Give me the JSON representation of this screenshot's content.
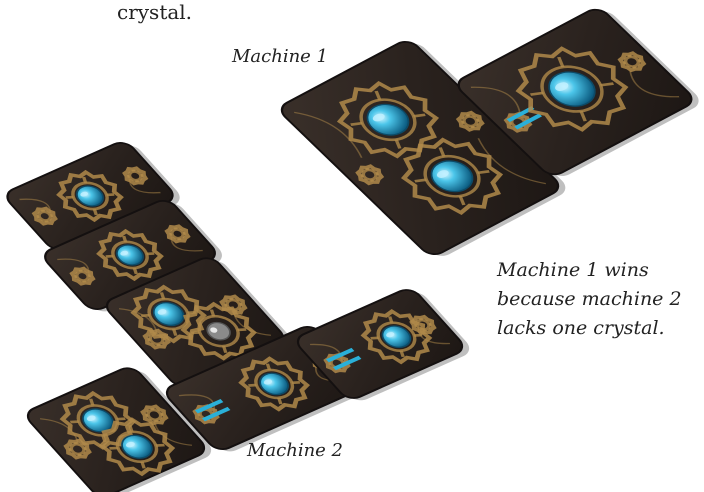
{
  "page": {
    "top_text_fragment": "crystal.",
    "machine1_label": "Machine 1",
    "machine2_label": "Machine 2",
    "caption_lines": [
      "Machine 1 wins",
      "because machine 2",
      "lacks one crystal."
    ]
  },
  "colors": {
    "card_back": "#2b2420",
    "gear": "#b08a4a",
    "crystal": "#3ab8e0",
    "crystal_highlight": "#bff0ff",
    "bar": "#2ab0d8"
  },
  "cards": [
    {
      "id": "machine1-double-card",
      "machine": 1,
      "crystals": 2,
      "bars": 0
    },
    {
      "id": "machine1-single-card",
      "machine": 1,
      "crystals": 1,
      "bars": 1
    },
    {
      "id": "machine2-card-1",
      "machine": 2,
      "crystals": 1,
      "bars": 0
    },
    {
      "id": "machine2-card-2",
      "machine": 2,
      "crystals": 1,
      "bars": 0
    },
    {
      "id": "machine2-card-3",
      "machine": 2,
      "crystals": 2,
      "bars": 0,
      "missing_crystal": true
    },
    {
      "id": "machine2-card-4",
      "machine": 2,
      "crystals": 1,
      "bars": 1
    },
    {
      "id": "machine2-card-5",
      "machine": 2,
      "crystals": 1,
      "bars": 1
    },
    {
      "id": "machine2-card-6",
      "machine": 2,
      "crystals": 2,
      "bars": 0
    }
  ]
}
